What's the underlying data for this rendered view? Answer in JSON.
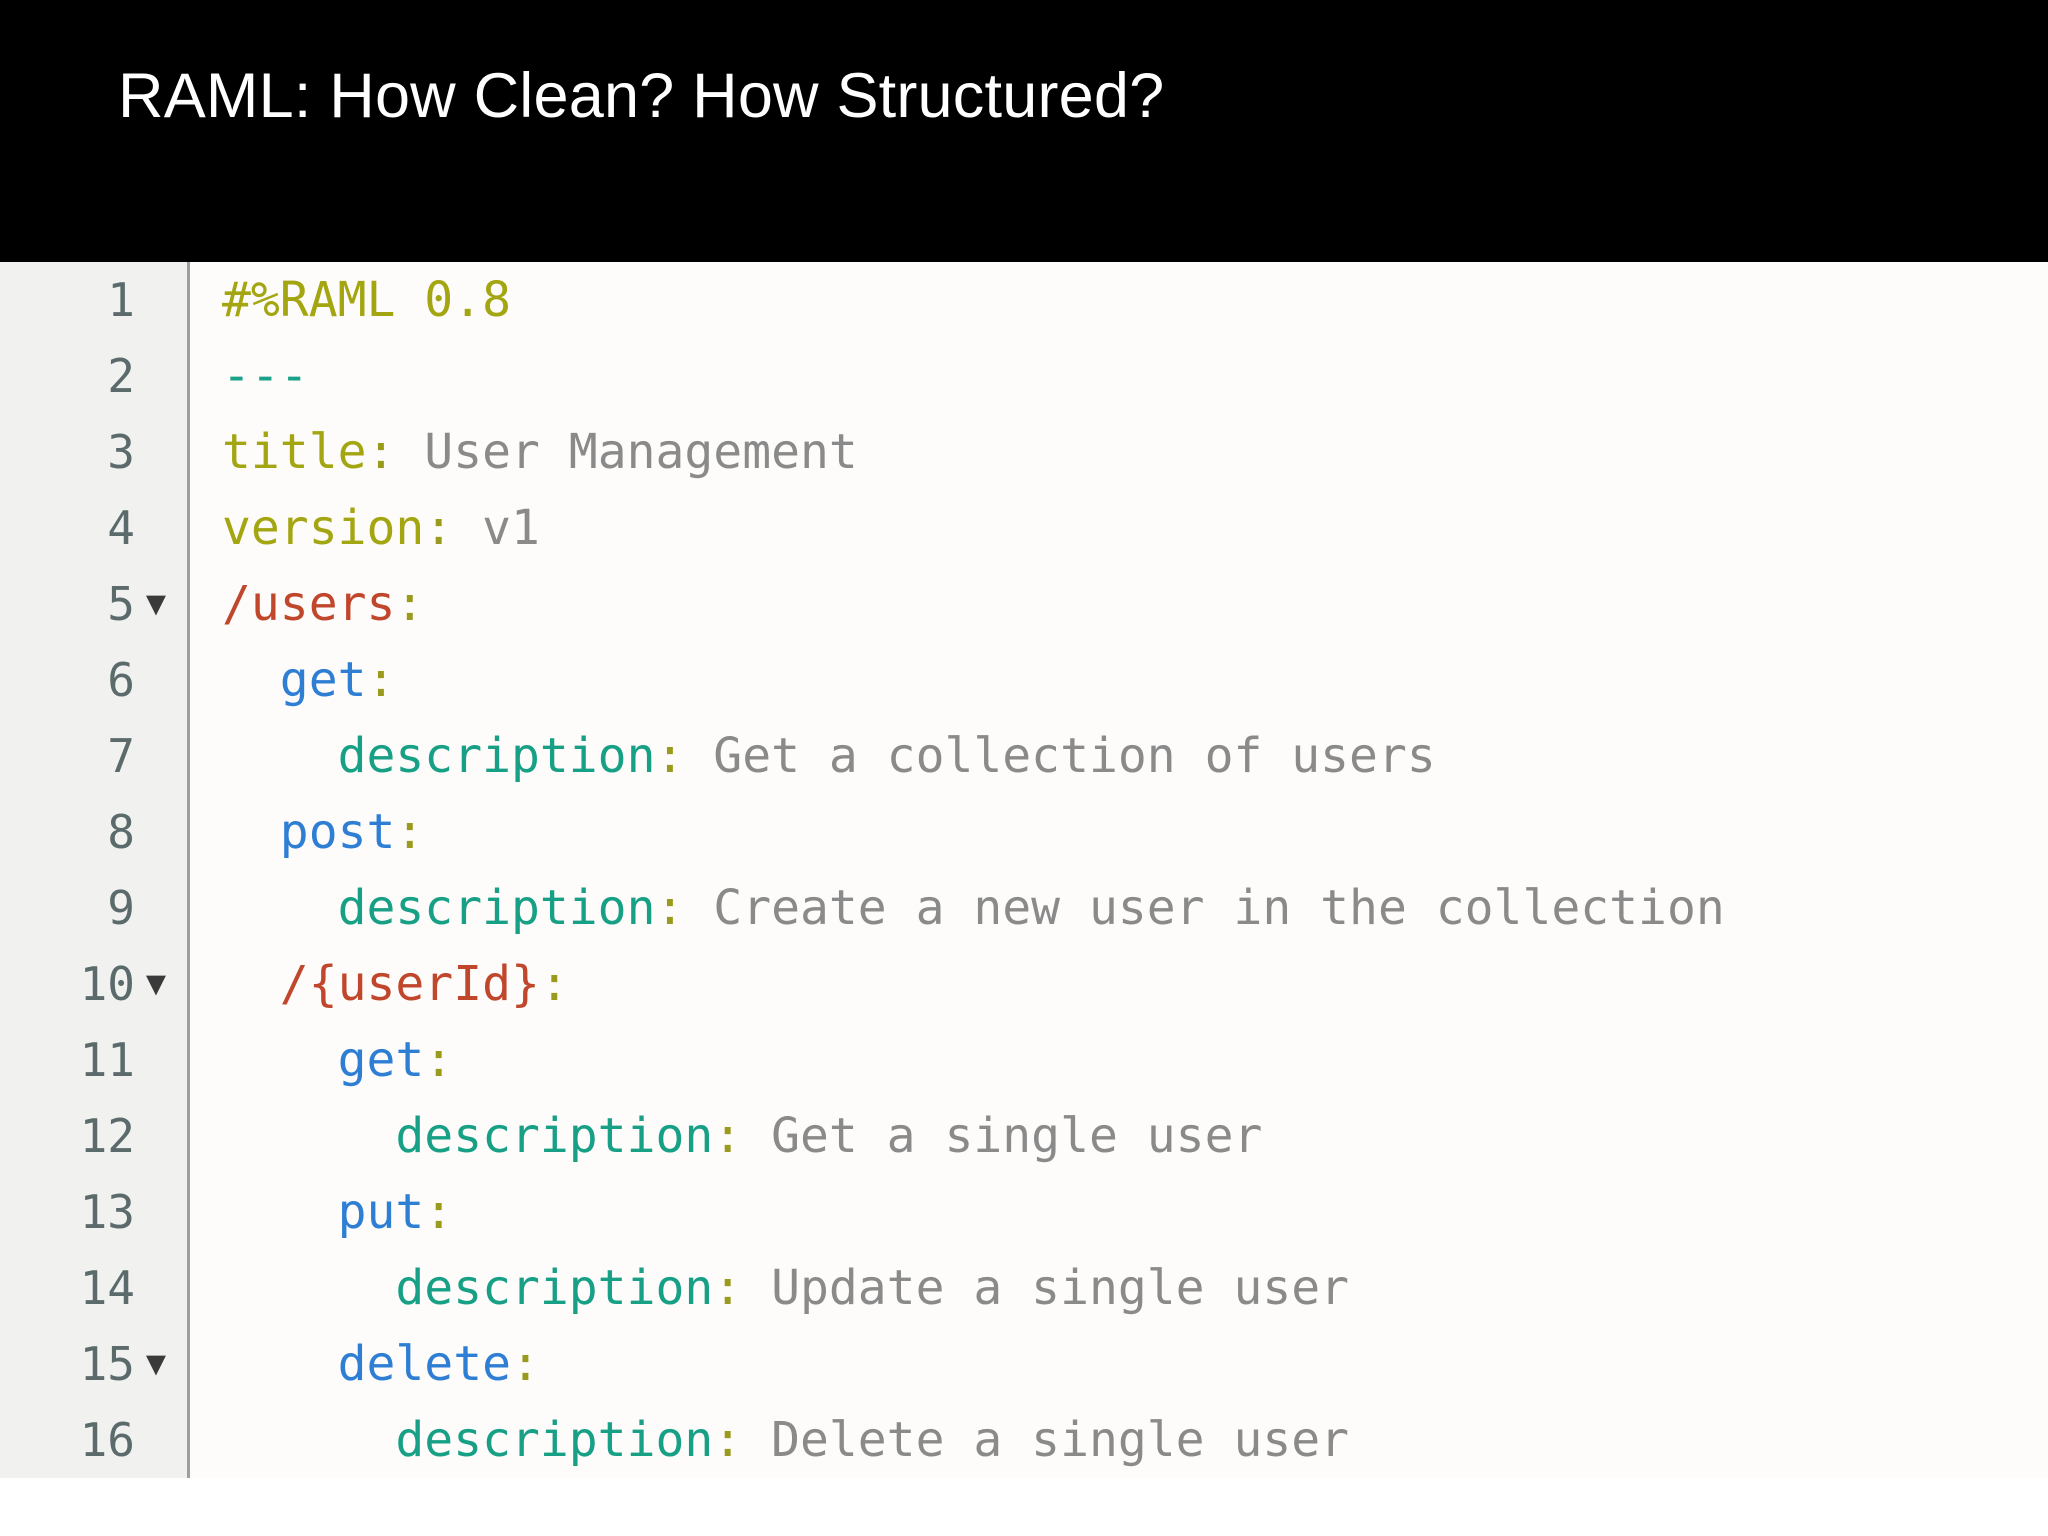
{
  "slide": {
    "title": "RAML: How Clean? How Structured?",
    "background_color": "#000000",
    "title_color": "#ffffff"
  },
  "editor": {
    "background_color": "#fdfcfa",
    "gutter_color": "#f1f1f0",
    "gutter_border_color": "#9aa0a0",
    "lineno_color": "#5b6b6b",
    "fold_icon": "▼",
    "syntax_colors": {
      "directive": "#a3a511",
      "doc_start": "#1aa189",
      "key": "#a3a511",
      "colon": "#9a9a1c",
      "method": "#2e7fd4",
      "resource": "#c0462c",
      "description_key": "#17a085",
      "value": "#8a8a8a"
    },
    "lines": [
      {
        "number": "1",
        "fold": "",
        "indent": "",
        "tokens": [
          {
            "text": "#%RAML 0.8",
            "type": "directive"
          }
        ]
      },
      {
        "number": "2",
        "fold": "",
        "indent": "",
        "tokens": [
          {
            "text": "---",
            "type": "docstart"
          }
        ]
      },
      {
        "number": "3",
        "fold": "",
        "indent": "",
        "tokens": [
          {
            "text": "title",
            "type": "key"
          },
          {
            "text": ":",
            "type": "colon"
          },
          {
            "text": " User Management",
            "type": "value"
          }
        ]
      },
      {
        "number": "4",
        "fold": "",
        "indent": "",
        "tokens": [
          {
            "text": "version",
            "type": "key"
          },
          {
            "text": ":",
            "type": "colon"
          },
          {
            "text": " v1",
            "type": "value"
          }
        ]
      },
      {
        "number": "5",
        "fold": "▼",
        "indent": "",
        "tokens": [
          {
            "text": "/users",
            "type": "resource"
          },
          {
            "text": ":",
            "type": "colon"
          }
        ]
      },
      {
        "number": "6",
        "fold": "",
        "indent": "  ",
        "tokens": [
          {
            "text": "get",
            "type": "method"
          },
          {
            "text": ":",
            "type": "colon"
          }
        ]
      },
      {
        "number": "7",
        "fold": "",
        "indent": "    ",
        "tokens": [
          {
            "text": "description",
            "type": "desckey"
          },
          {
            "text": ":",
            "type": "colon"
          },
          {
            "text": " Get a collection of users",
            "type": "value"
          }
        ]
      },
      {
        "number": "8",
        "fold": "",
        "indent": "  ",
        "tokens": [
          {
            "text": "post",
            "type": "method"
          },
          {
            "text": ":",
            "type": "colon"
          }
        ]
      },
      {
        "number": "9",
        "fold": "",
        "indent": "    ",
        "tokens": [
          {
            "text": "description",
            "type": "desckey"
          },
          {
            "text": ":",
            "type": "colon"
          },
          {
            "text": " Create a new user in the collection",
            "type": "value"
          }
        ]
      },
      {
        "number": "10",
        "fold": "▼",
        "indent": "  ",
        "tokens": [
          {
            "text": "/{userId}",
            "type": "resource"
          },
          {
            "text": ":",
            "type": "colon"
          }
        ]
      },
      {
        "number": "11",
        "fold": "",
        "indent": "    ",
        "tokens": [
          {
            "text": "get",
            "type": "method"
          },
          {
            "text": ":",
            "type": "colon"
          }
        ]
      },
      {
        "number": "12",
        "fold": "",
        "indent": "      ",
        "tokens": [
          {
            "text": "description",
            "type": "desckey"
          },
          {
            "text": ":",
            "type": "colon"
          },
          {
            "text": " Get a single user",
            "type": "value"
          }
        ]
      },
      {
        "number": "13",
        "fold": "",
        "indent": "    ",
        "tokens": [
          {
            "text": "put",
            "type": "method"
          },
          {
            "text": ":",
            "type": "colon"
          }
        ]
      },
      {
        "number": "14",
        "fold": "",
        "indent": "      ",
        "tokens": [
          {
            "text": "description",
            "type": "desckey"
          },
          {
            "text": ":",
            "type": "colon"
          },
          {
            "text": " Update a single user",
            "type": "value"
          }
        ]
      },
      {
        "number": "15",
        "fold": "▼",
        "indent": "    ",
        "tokens": [
          {
            "text": "delete",
            "type": "method"
          },
          {
            "text": ":",
            "type": "colon"
          }
        ]
      },
      {
        "number": "16",
        "fold": "",
        "indent": "      ",
        "tokens": [
          {
            "text": "description",
            "type": "desckey"
          },
          {
            "text": ":",
            "type": "colon"
          },
          {
            "text": " Delete a single user",
            "type": "value"
          }
        ]
      }
    ]
  }
}
